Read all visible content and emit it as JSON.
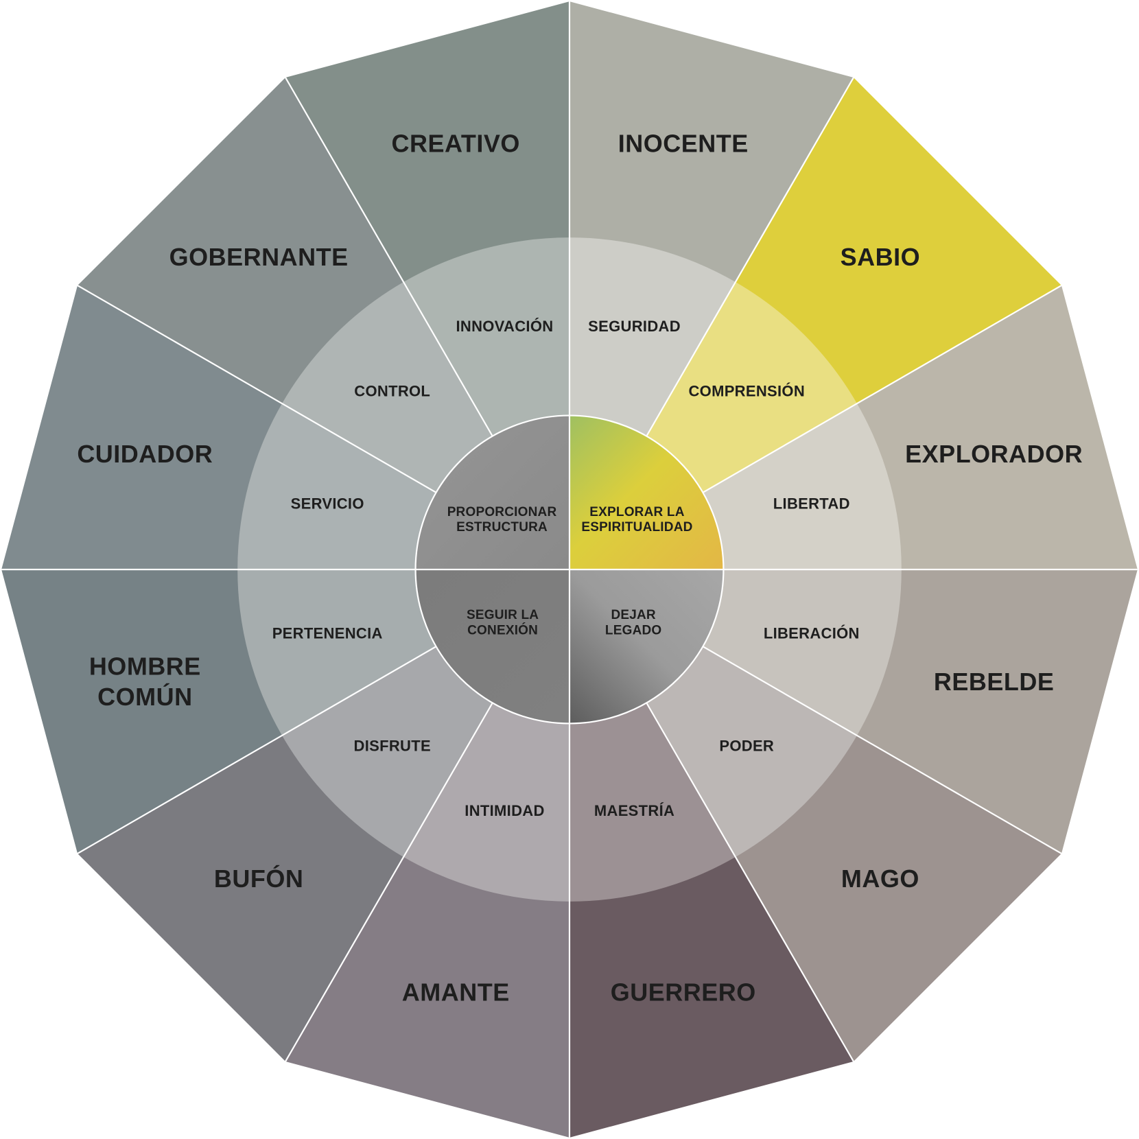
{
  "archetypes": [
    {
      "name": "INOCENTE",
      "motivation": "SEGURIDAD",
      "color": "#aeafa6",
      "mid_color": "#cdcdc7"
    },
    {
      "name": "SABIO",
      "motivation": "COMPRENSIÓN",
      "color": "#decf3c",
      "mid_color": "#e9df82"
    },
    {
      "name": "EXPLORADOR",
      "motivation": "LIBERTAD",
      "color": "#bbb6aa",
      "mid_color": "#d4d1c8"
    },
    {
      "name": "REBELDE",
      "motivation": "LIBERACIÓN",
      "color": "#aba49d",
      "mid_color": "#c7c3bd"
    },
    {
      "name": "MAGO",
      "motivation": "PODER",
      "color": "#9d9390",
      "mid_color": "#bcb7b5"
    },
    {
      "name": "GUERRERO",
      "motivation": "MAESTRÍA",
      "color": "#6a5b61",
      "mid_color": "#9c9194"
    },
    {
      "name": "AMANTE",
      "motivation": "INTIMIDAD",
      "color": "#857d85",
      "mid_color": "#aea9ad"
    },
    {
      "name": "BUFÓN",
      "motivation": "DISFRUTE",
      "color": "#7b7b80",
      "mid_color": "#a7a8ab"
    },
    {
      "name": "HOMBRE COMÚN",
      "motivation": "PERTENENCIA",
      "color": "#768286",
      "mid_color": "#a6adae"
    },
    {
      "name": "CUIDADOR",
      "motivation": "SERVICIO",
      "color": "#808b8f",
      "mid_color": "#abb2b3"
    },
    {
      "name": "GOBERNANTE",
      "motivation": "CONTROL",
      "color": "#889090",
      "mid_color": "#afb5b4"
    },
    {
      "name": "CREATIVO",
      "motivation": "INNOVACIÓN",
      "color": "#838f8a",
      "mid_color": "#adb5b1"
    }
  ],
  "core": [
    {
      "label": "EXPLORAR LA ESPIRITUALIDAD",
      "lines": [
        "EXPLORAR LA",
        "ESPIRITUALIDAD"
      ],
      "quadrant": "top-right"
    },
    {
      "label": "DEJAR LEGADO",
      "lines": [
        "DEJAR",
        "LEGADO"
      ],
      "quadrant": "bottom-right"
    },
    {
      "label": "SEGUIR LA CONEXIÓN",
      "lines": [
        "SEGUIR LA",
        "CONEXIÓN"
      ],
      "quadrant": "bottom-left"
    },
    {
      "label": "PROPORCIONAR ESTRUCTURA",
      "lines": [
        "PROPORCIONAR",
        "ESTRUCTURA"
      ],
      "quadrant": "top-left"
    }
  ]
}
